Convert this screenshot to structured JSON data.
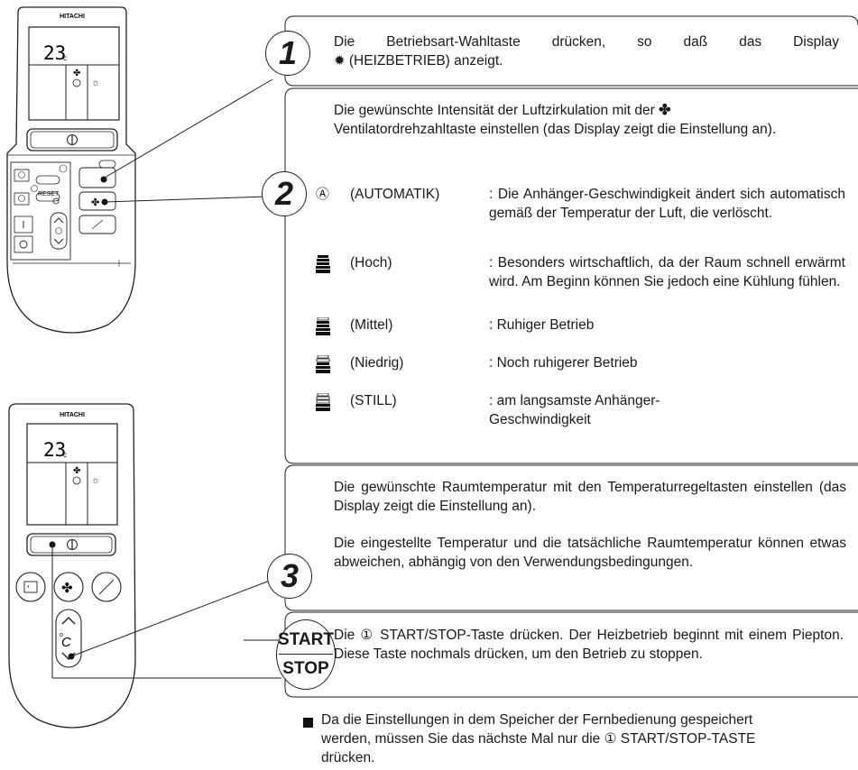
{
  "remote_top": {
    "brand": "HITACHI",
    "temperature": "23",
    "unit": "c",
    "reset_label": "RESET"
  },
  "remote_bottom": {
    "brand": "HITACHI",
    "temperature": "23",
    "unit": "c"
  },
  "steps": [
    {
      "number": "1",
      "text": "Die Betriebsart-Wahltaste drücken, so daß das Display",
      "text2": "(HEIZBETRIEB) anzeigt."
    },
    {
      "number": "2",
      "intro1": "Die gewünschte Intensität der Luftzirkulation mit der",
      "intro2": "Ventilatordrehzahltaste einstellen (das Display zeigt die Einstellung an).",
      "fan_settings": [
        {
          "label": "(AUTOMATIK)",
          "desc": ": Die Anhänger-Geschwindigkeit ändert sich automatisch gemäß der Temperatur der Luft, die verlöscht."
        },
        {
          "label": "(Hoch)",
          "desc": ": Besonders wirtschaftlich, da der Raum schnell erwärmt wird. Am Beginn können Sie jedoch eine Kühlung fühlen."
        },
        {
          "label": "(Mittel)",
          "desc": ": Ruhiger Betrieb"
        },
        {
          "label": "(Niedrig)",
          "desc": ": Noch ruhigerer Betrieb"
        },
        {
          "label": "(STILL)",
          "desc": ": am langsamste Anhänger-Geschwindigkeit"
        }
      ]
    },
    {
      "number": "3",
      "para1": "Die gewünschte Raumtemperatur mit den Temperaturregeltasten einstellen (das Display zeigt die Einstellung an).",
      "para2": "Die eingestellte Temperatur und die tatsächliche Raumtemperatur können etwas abweichen, abhängig von den Verwendungsbedingungen."
    }
  ],
  "start_stop": {
    "start": "START",
    "stop": "STOP",
    "text": "Die ① START/STOP-Taste drücken. Der Heizbetrieb beginnt mit einem Piepton. Diese Taste nochmals drücken, um den Betrieb zu stoppen."
  },
  "note": {
    "line1": "Da die Einstellungen in dem Speicher der Fernbedienung gespeichert",
    "line2": "werden, müssen Sie das nächste Mal nur die ① START/STOP-TASTE",
    "line3": "drücken."
  }
}
